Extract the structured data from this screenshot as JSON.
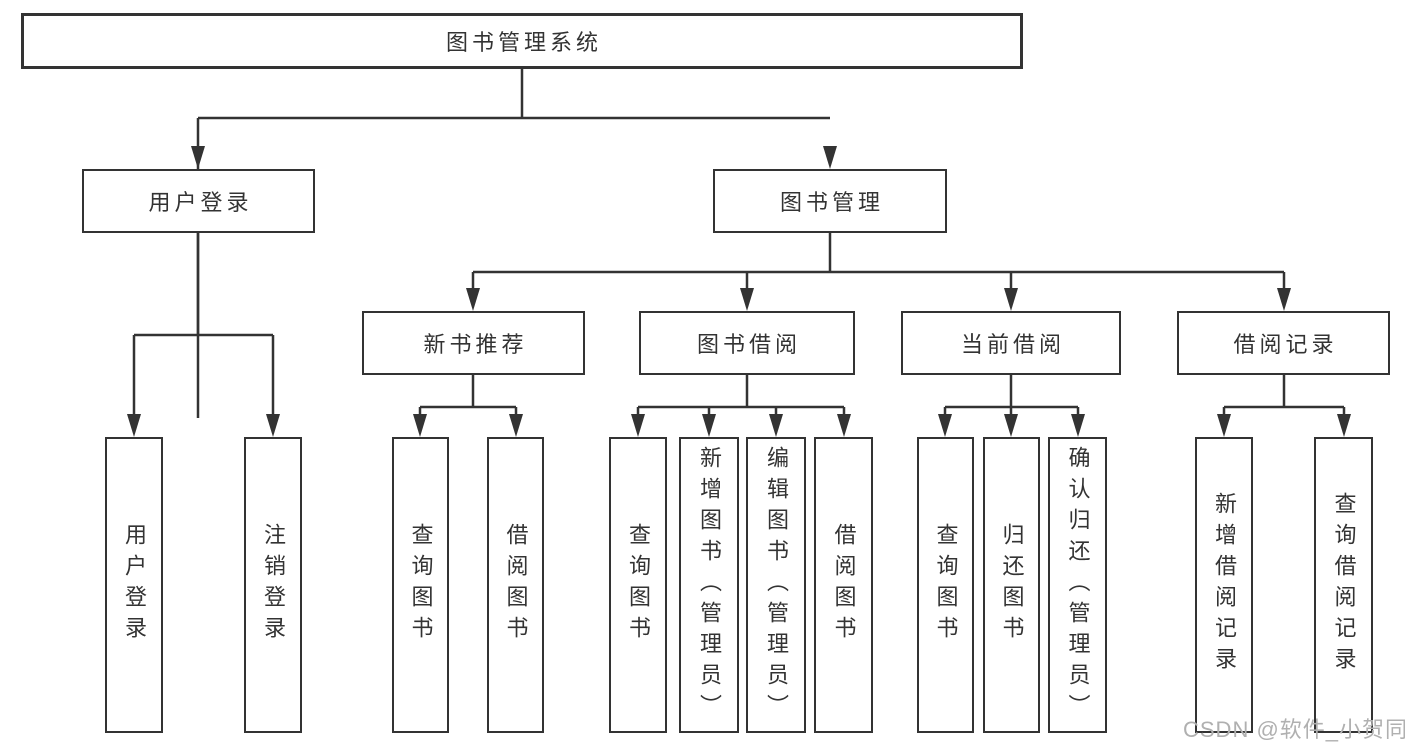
{
  "diagram": {
    "title": "图书管理系统",
    "watermark": "CSDN @软件_小贺同学",
    "colors": {
      "line": "#333333",
      "box_border": "#333333",
      "box_bg": "#ffffff",
      "text": "#333333",
      "watermark": "#b0b0b0"
    },
    "nodes": {
      "root": "图书管理系统",
      "user_login": "用户登录",
      "book_mgmt": "图书管理",
      "new_book_rec": "新书推荐",
      "book_borrow": "图书借阅",
      "current_borrow": "当前借阅",
      "borrow_record": "借阅记录",
      "leaf_user_login": "用户登录",
      "leaf_logout": "注销登录",
      "leaf_query_book_1": "查询图书",
      "leaf_borrow_book_1": "借阅图书",
      "leaf_query_book_2": "查询图书",
      "leaf_add_book": "新增图书（管理员）",
      "leaf_edit_book": "编辑图书（管理员）",
      "leaf_borrow_book_2": "借阅图书",
      "leaf_query_book_3": "查询图书",
      "leaf_return_book": "归还图书",
      "leaf_confirm_return": "确认归还（管理员）",
      "leaf_add_record": "新增借阅记录",
      "leaf_query_record": "查询借阅记录"
    },
    "tree": {
      "图书管理系统": {
        "用户登录": [
          "用户登录",
          "注销登录"
        ],
        "图书管理": {
          "新书推荐": [
            "查询图书",
            "借阅图书"
          ],
          "图书借阅": [
            "查询图书",
            "新增图书（管理员）",
            "编辑图书（管理员）",
            "借阅图书"
          ],
          "当前借阅": [
            "查询图书",
            "归还图书",
            "确认归还（管理员）"
          ],
          "借阅记录": [
            "新增借阅记录",
            "查询借阅记录"
          ]
        }
      }
    }
  }
}
